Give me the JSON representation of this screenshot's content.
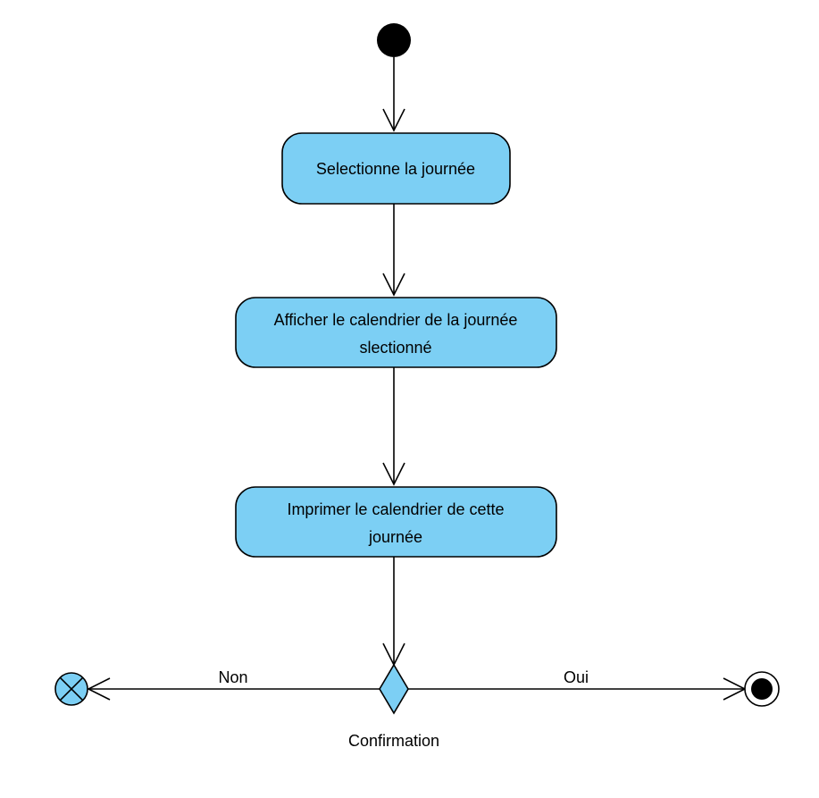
{
  "colors": {
    "node_fill": "#7ccff4",
    "stroke": "#000000",
    "initial_node": "#000000",
    "background": "#ffffff"
  },
  "nodes": {
    "initial": {
      "type": "initial-node"
    },
    "activity_1": {
      "lines": [
        "Selectionne la journée"
      ]
    },
    "activity_2": {
      "lines": [
        "Afficher le calendrier de la journée",
        "slectionné"
      ]
    },
    "activity_3": {
      "lines": [
        "Imprimer le calendrier de cette",
        "journée"
      ]
    },
    "decision": {
      "label": "Confirmation"
    },
    "flow_final": {
      "type": "flow-final-node"
    },
    "activity_final": {
      "type": "activity-final-node"
    }
  },
  "edges": {
    "no_branch": {
      "label": "Non"
    },
    "yes_branch": {
      "label": "Oui"
    }
  }
}
